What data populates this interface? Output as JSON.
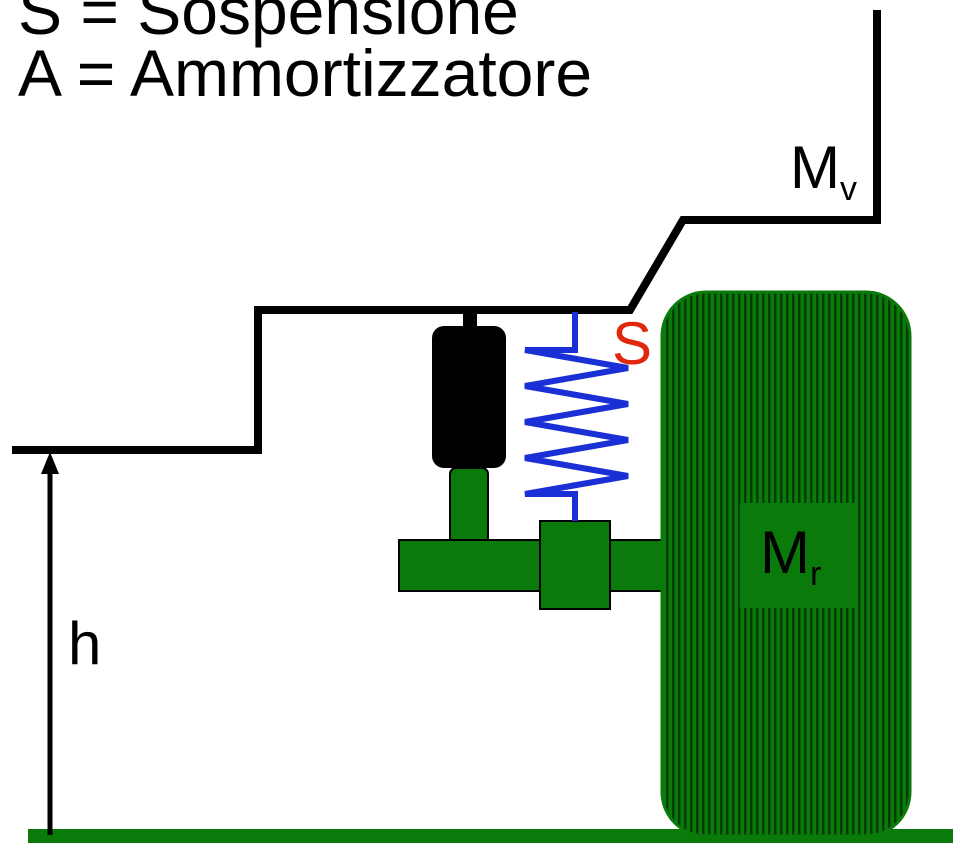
{
  "legend": {
    "s_line": "S = Sospensione",
    "a_line": "A = Ammortizzatore"
  },
  "labels": {
    "vehicle_mass": {
      "main": "M",
      "sub": "v"
    },
    "wheel_mass": {
      "main": "M",
      "sub": "r"
    },
    "spring": "S",
    "height": "h"
  },
  "colors": {
    "body_outline": "#000000",
    "spring": "#1a2fd6",
    "spring_label": "#e0280f",
    "wheel": "#0a7a0a",
    "wheel_stripes": "#063d06",
    "ground": "#0a7a0a",
    "damper": "#000000",
    "axle": "#0a7a0a"
  }
}
